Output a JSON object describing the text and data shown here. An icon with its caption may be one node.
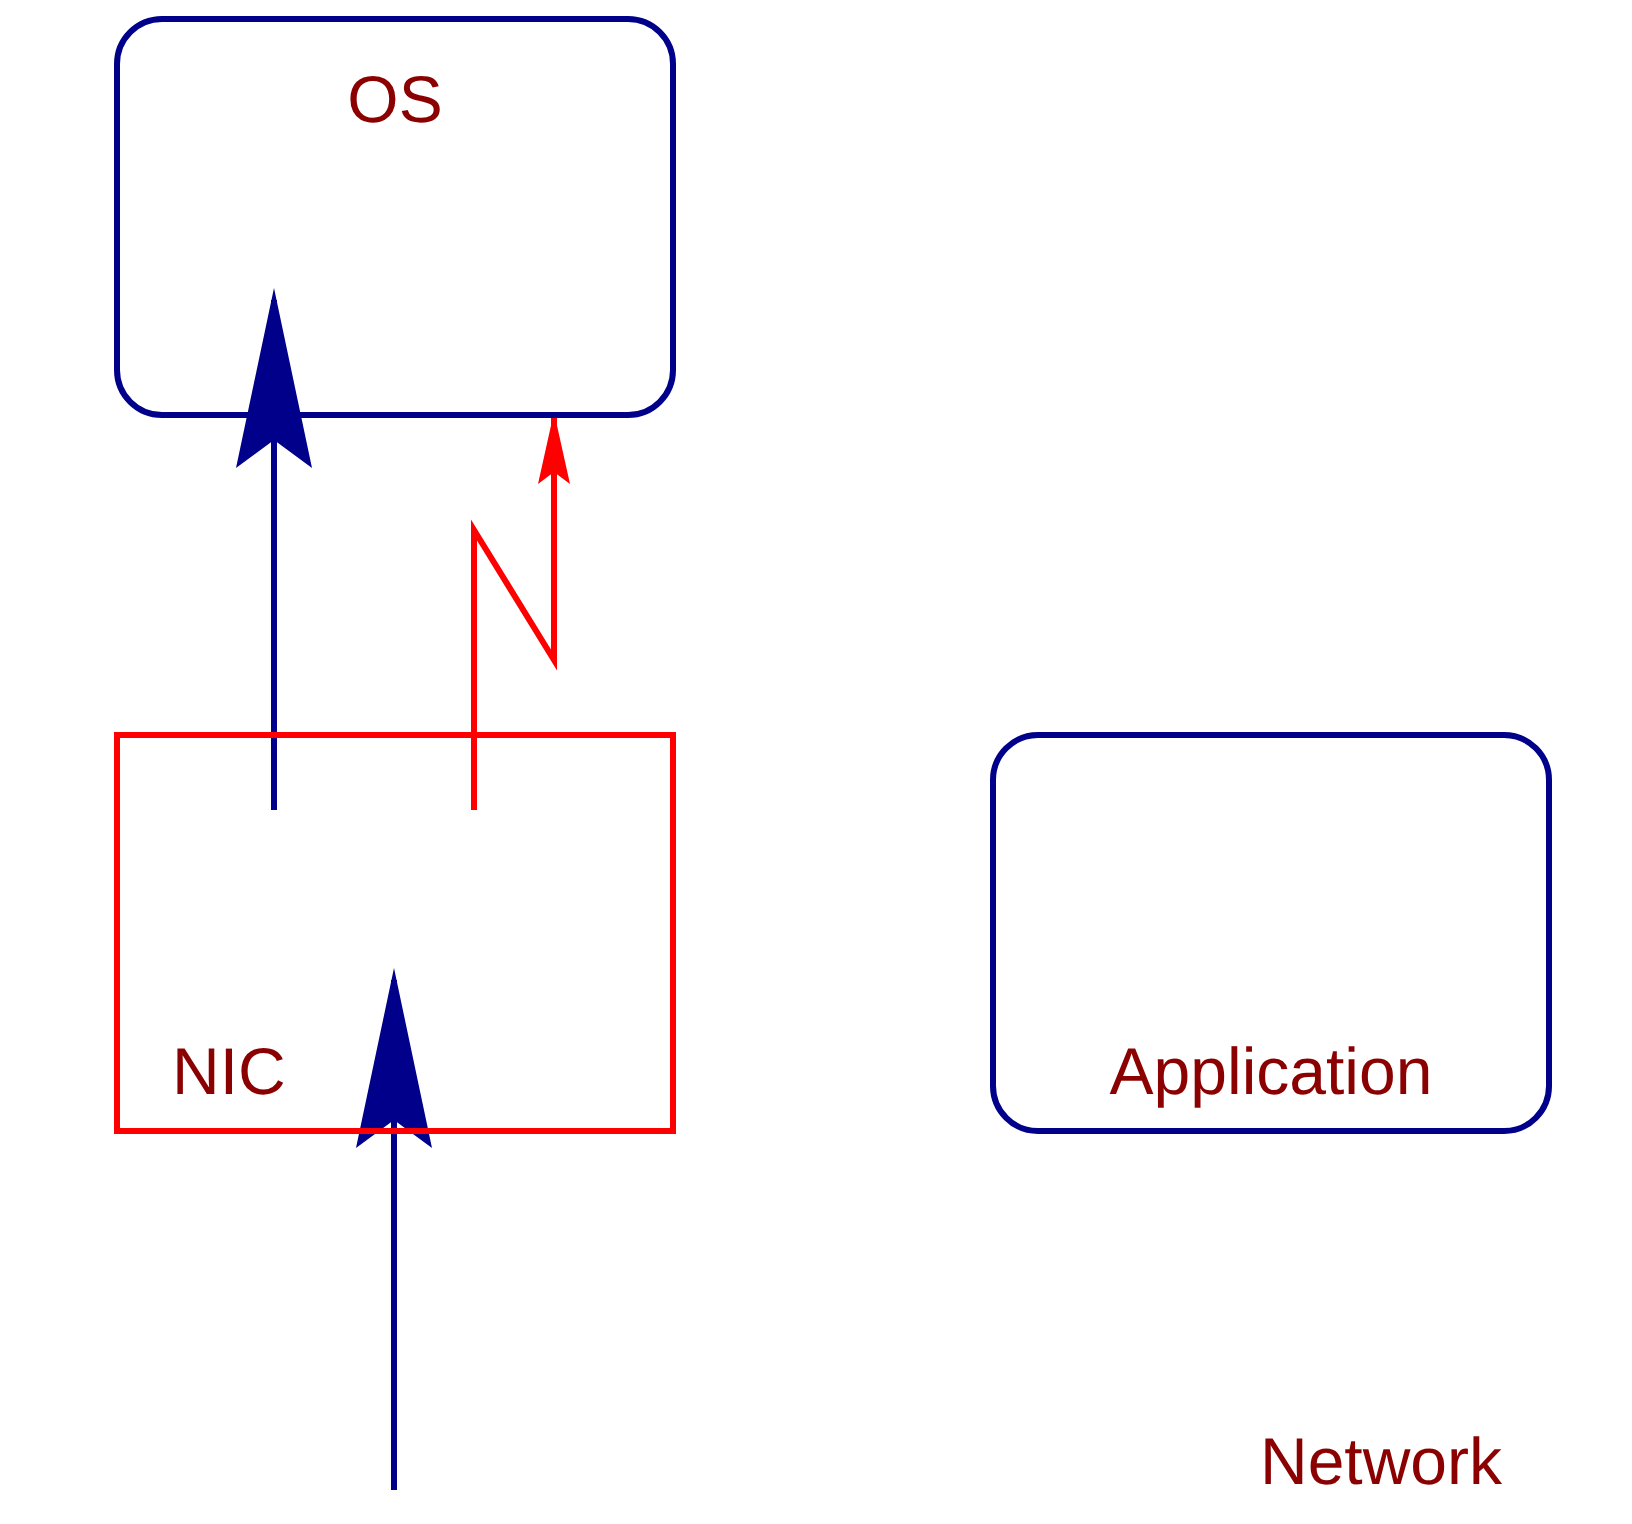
{
  "diagram": {
    "nodes": [
      {
        "text": [
          "OS"
        ]
      },
      {
        "text": [
          "NIC"
        ]
      },
      {
        "text": [
          "Application"
        ]
      }
    ],
    "edges": [
      {
        "from": 1,
        "to": 0,
        "arrow": "to"
      },
      {
        "from": 1,
        "to": 0,
        "arrow": "to",
        "color": "#ff0000"
      },
      {
        "from": null,
        "to": 1,
        "arrow": "to"
      }
    ],
    "labels": [
      "Network"
    ]
  }
}
